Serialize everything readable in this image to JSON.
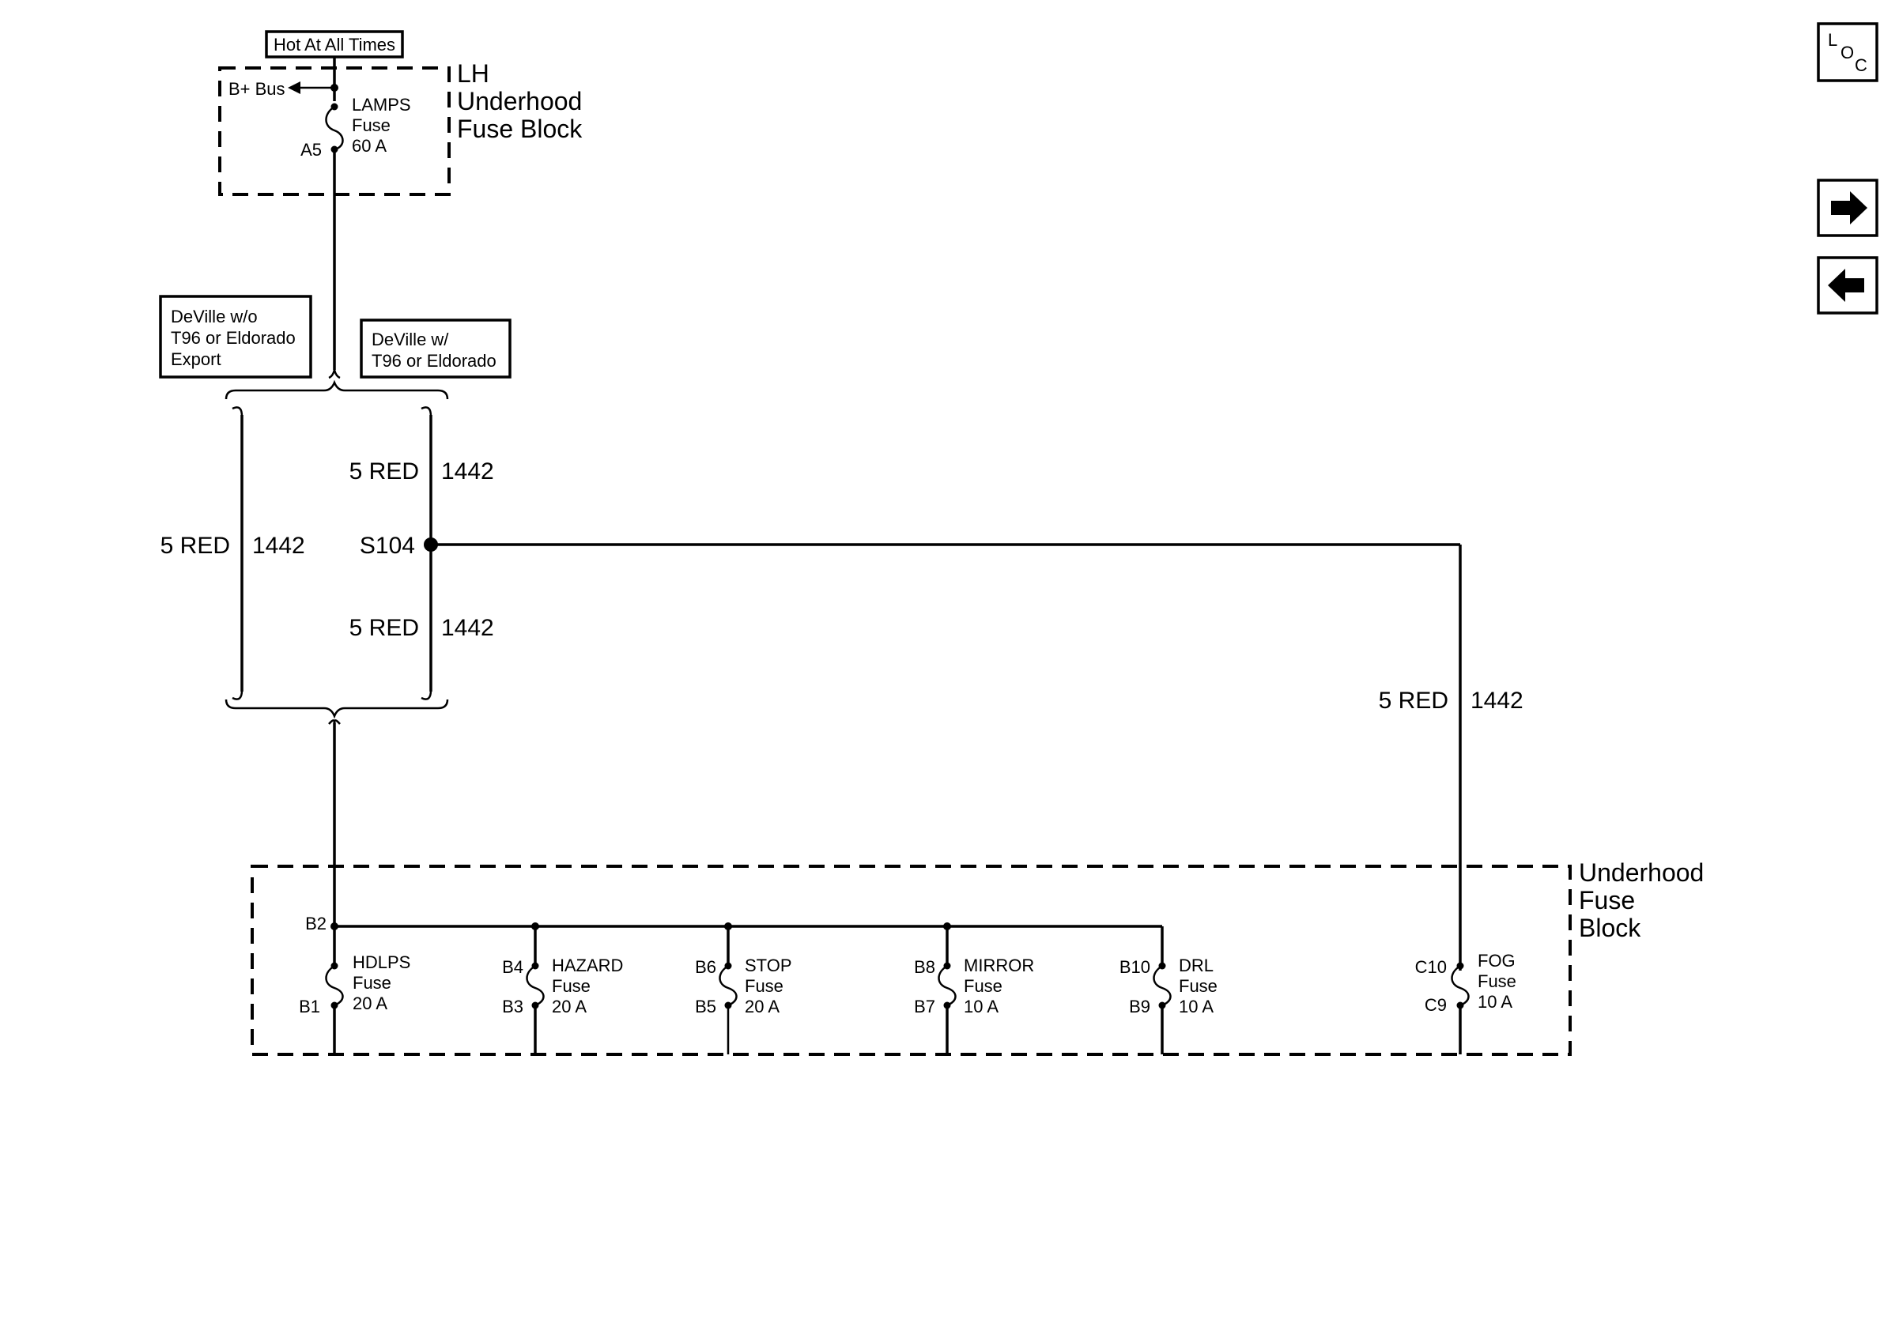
{
  "power_label": "Hot At All Times",
  "lh_fuse_block": {
    "line1": "LH",
    "line2": "Underhood",
    "line3": "Fuse Block"
  },
  "bplus_bus": "B+ Bus",
  "lamps_fuse": {
    "name": "LAMPS",
    "type": "Fuse",
    "rating": "60 A",
    "pin": "A5"
  },
  "option_boxes": {
    "without": {
      "line1": "DeVille w/o",
      "line2": "T96 or Eldorado",
      "line3": "Export"
    },
    "with": {
      "line1": "DeVille w/",
      "line2": "T96 or Eldorado"
    }
  },
  "wires": {
    "left": {
      "gauge_color": "5 RED",
      "circuit": "1442"
    },
    "upper": {
      "gauge_color": "5 RED",
      "circuit": "1442"
    },
    "lower": {
      "gauge_color": "5 RED",
      "circuit": "1442"
    },
    "right": {
      "gauge_color": "5 RED",
      "circuit": "1442"
    }
  },
  "splice": "S104",
  "underhood_fuse_block": {
    "line1": "Underhood",
    "line2": "Fuse",
    "line3": "Block"
  },
  "fuses": [
    {
      "name": "HDLPS",
      "type": "Fuse",
      "rating": "20 A",
      "pin_top": "B2",
      "pin_bottom": "B1"
    },
    {
      "name": "HAZARD",
      "type": "Fuse",
      "rating": "20 A",
      "pin_top": "B4",
      "pin_bottom": "B3"
    },
    {
      "name": "STOP",
      "type": "Fuse",
      "rating": "20 A",
      "pin_top": "B6",
      "pin_bottom": "B5"
    },
    {
      "name": "MIRROR",
      "type": "Fuse",
      "rating": "10 A",
      "pin_top": "B8",
      "pin_bottom": "B7"
    },
    {
      "name": "DRL",
      "type": "Fuse",
      "rating": "10 A",
      "pin_top": "B10",
      "pin_bottom": "B9"
    },
    {
      "name": "FOG",
      "type": "Fuse",
      "rating": "10 A",
      "pin_top": "C10",
      "pin_bottom": "C9"
    }
  ],
  "nav": {
    "loc": {
      "l": "L",
      "o": "O",
      "c": "C",
      "icon": "loc-icon"
    },
    "next_icon": "arrow-right-icon",
    "prev_icon": "arrow-left-icon"
  }
}
